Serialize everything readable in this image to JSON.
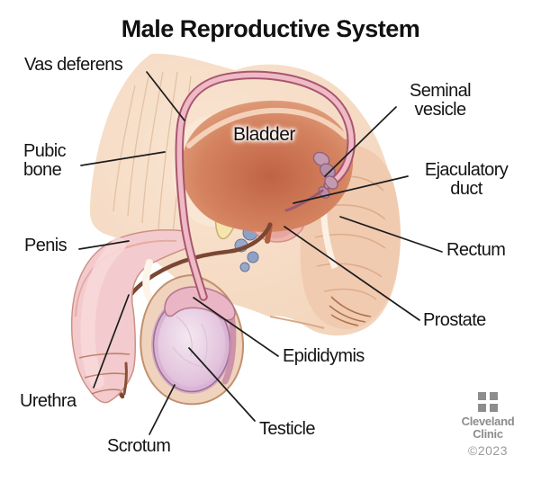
{
  "title": "Male Reproductive System",
  "labels": {
    "vas_deferens": "Vas deferens",
    "pubic_bone": "Pubic bone",
    "penis": "Penis",
    "urethra": "Urethra",
    "scrotum": "Scrotum",
    "testicle": "Testicle",
    "epididymis": "Epididymis",
    "seminal_vesicle": "Seminal vesicle",
    "ejaculatory_duct": "Ejaculatory duct",
    "rectum": "Rectum",
    "prostate": "Prostate",
    "bladder": "Bladder"
  },
  "watermark": {
    "line1": "Cleveland",
    "line2": "Clinic",
    "year": "©2023"
  },
  "colors": {
    "label_text": "#141414",
    "skin": "#f6dcc6",
    "rectum_fill": "#f0cbb0",
    "pubic_bone_fill": "#f3e5ad",
    "vein_blue": "#8ea0c4",
    "prostate_fill": "#eeb6ad",
    "penis": "#f3cbce",
    "scrotum": "#f0d3bd",
    "vas_tube": "#efbac6",
    "vas_outline": "#a8566e",
    "bladder_dark": "#c96f4c",
    "bladder_light": "#e8ab8a",
    "testicle_edge": "#d9b4d4",
    "watermark_gray": "#8d8d8d"
  }
}
